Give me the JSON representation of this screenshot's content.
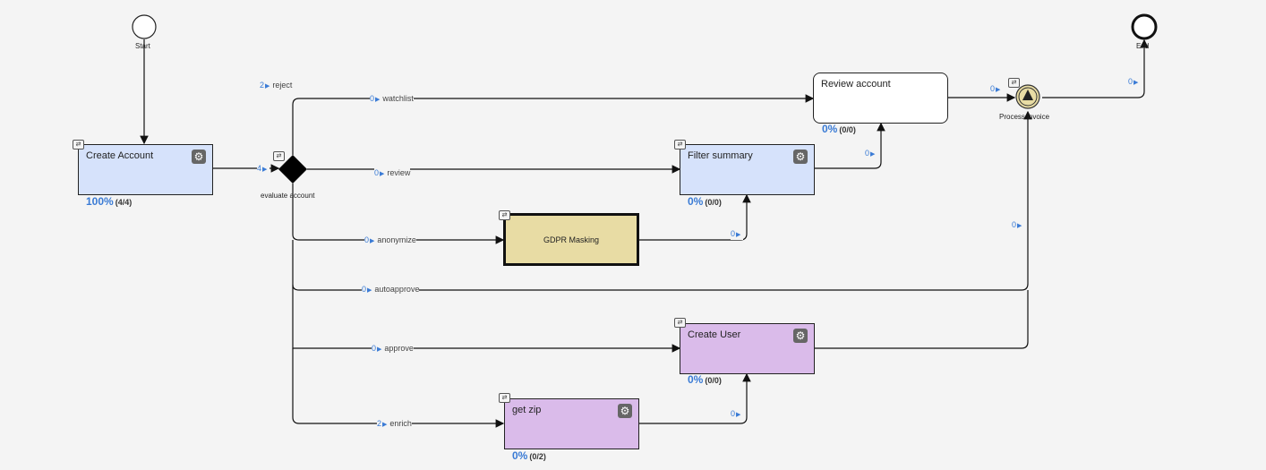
{
  "events": {
    "start": {
      "label": "Start"
    },
    "end": {
      "label": "End"
    },
    "gateway": {
      "label": "evaluate account"
    },
    "process_invoice": {
      "label": "Process invoice"
    }
  },
  "tasks": {
    "create_account": {
      "title": "Create Account",
      "pct": "100%",
      "count": "(4/4)"
    },
    "review_account": {
      "title": "Review account",
      "pct": "0%",
      "count": "(0/0)"
    },
    "filter_summary": {
      "title": "Filter summary",
      "pct": "0%",
      "count": "(0/0)"
    },
    "gdpr_masking": {
      "title": "GDPR Masking"
    },
    "create_user": {
      "title": "Create User",
      "pct": "0%",
      "count": "(0/0)"
    },
    "get_zip": {
      "title": "get zip",
      "pct": "0%",
      "count": "(0/2)"
    }
  },
  "flows": {
    "create_to_gateway": {
      "n": "4",
      "label": ""
    },
    "reject": {
      "n": "2",
      "label": "reject"
    },
    "watchlist": {
      "n": "0",
      "label": "watchlist"
    },
    "review": {
      "n": "0",
      "label": "review"
    },
    "anonymize": {
      "n": "0",
      "label": "anonymize"
    },
    "autoapprove": {
      "n": "0",
      "label": "autoapprove"
    },
    "approve": {
      "n": "0",
      "label": "approve"
    },
    "enrich": {
      "n": "2",
      "label": "enrich"
    },
    "gdpr_to_filter": {
      "n": "0",
      "label": ""
    },
    "filter_to_review": {
      "n": "0",
      "label": ""
    },
    "review_to_invoice": {
      "n": "0",
      "label": ""
    },
    "invoice_to_end": {
      "n": "0",
      "label": ""
    },
    "side_to_invoice": {
      "n": "0",
      "label": ""
    },
    "getzip_to_createuser": {
      "n": "0",
      "label": ""
    }
  }
}
